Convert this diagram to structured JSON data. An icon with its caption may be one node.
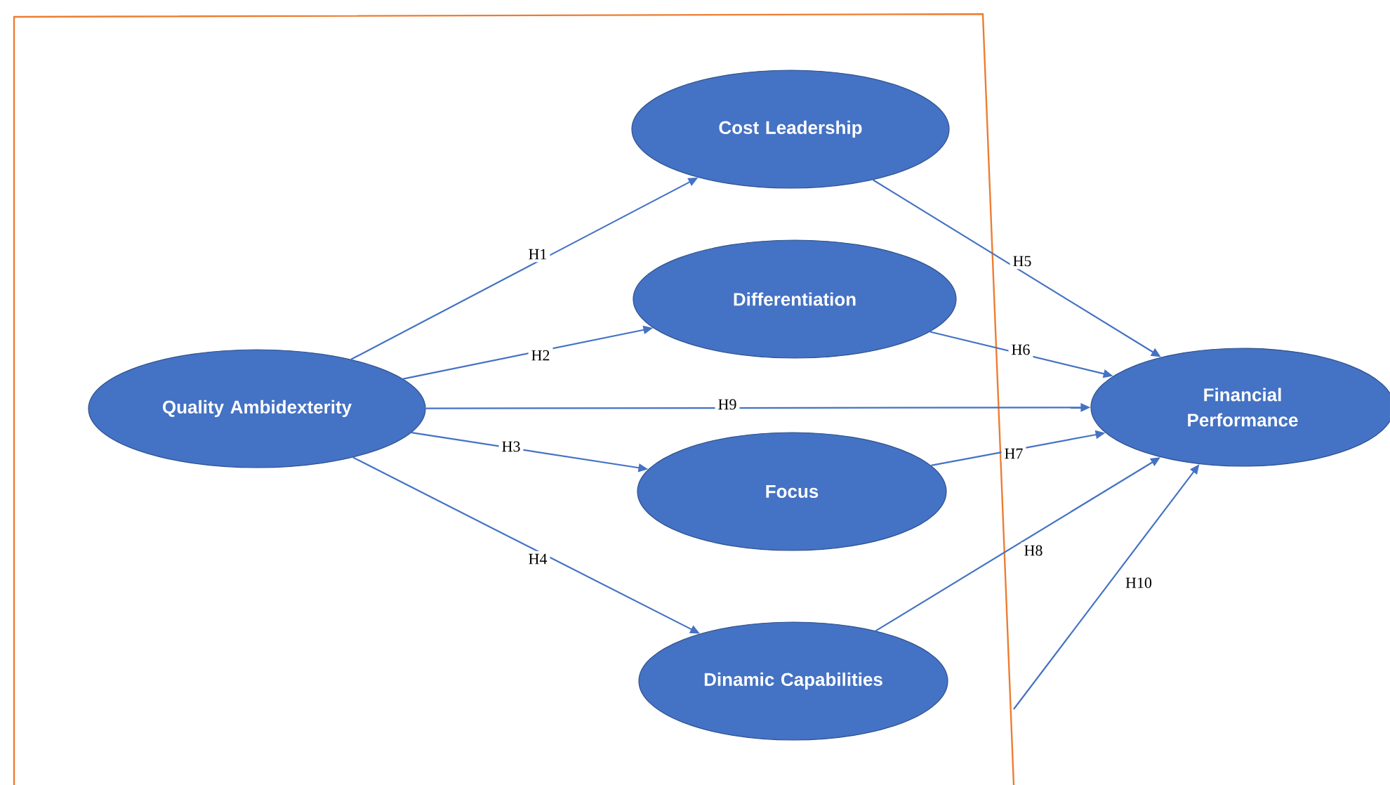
{
  "diagram": {
    "nodes": [
      {
        "text": [
          "Quality Ambidexterity"
        ]
      },
      {
        "text": [
          "Cost Leadership"
        ]
      },
      {
        "text": [
          "Differentiation"
        ]
      },
      {
        "text": [
          "Focus"
        ]
      },
      {
        "text": [
          "Dinamic Capabilities"
        ]
      },
      {
        "text": [
          "Financial Performance"
        ]
      }
    ],
    "edges": [
      {
        "from": 0,
        "to": 1,
        "arrow": "to",
        "label": "H1"
      },
      {
        "from": 0,
        "to": 2,
        "arrow": "to",
        "label": "H2"
      },
      {
        "from": 0,
        "to": 5,
        "arrow": "to",
        "label": "H9"
      },
      {
        "from": 0,
        "to": 3,
        "arrow": "to",
        "label": "H3"
      },
      {
        "from": 0,
        "to": 4,
        "arrow": "to",
        "label": "H4"
      },
      {
        "from": 1,
        "to": 5,
        "arrow": "to",
        "label": "H5"
      },
      {
        "from": 2,
        "to": 5,
        "arrow": "to",
        "label": "H6"
      },
      {
        "from": 3,
        "to": 5,
        "arrow": "to",
        "label": "H7"
      },
      {
        "from": 4,
        "to": 5,
        "arrow": "to",
        "label": "H8"
      },
      {
        "from": null,
        "to": 5,
        "arrow": "to",
        "label": "H10"
      }
    ]
  }
}
